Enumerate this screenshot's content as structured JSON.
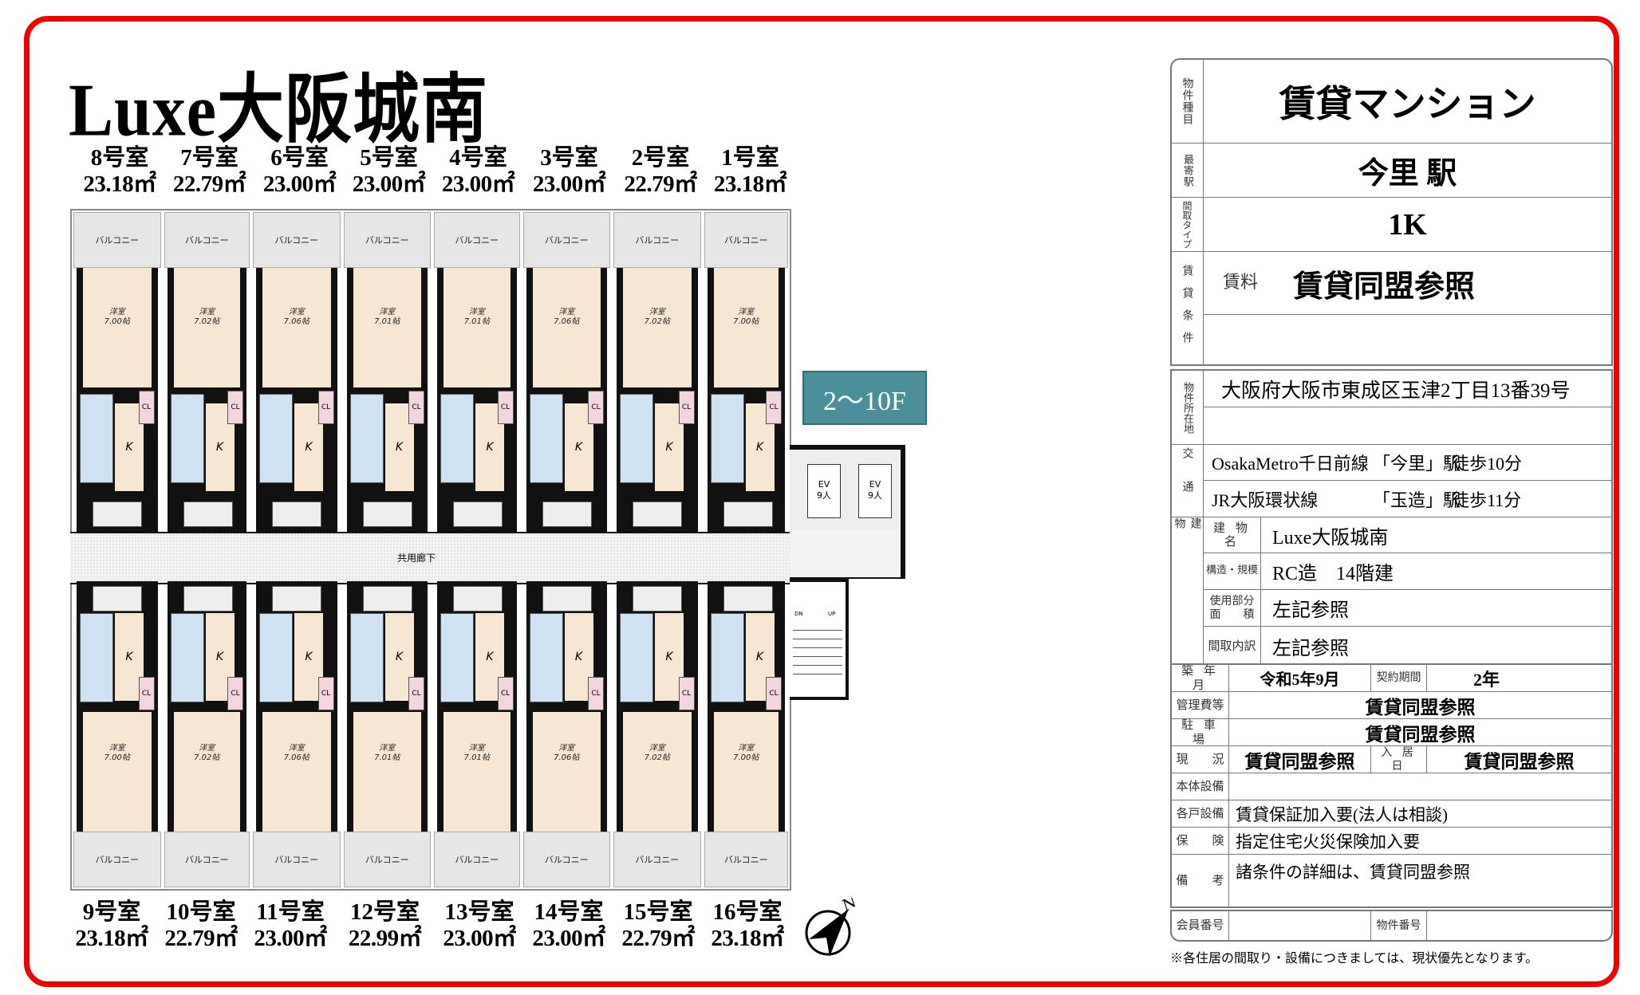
{
  "title": "Luxe大阪城南",
  "floor_badge": "2〜10F",
  "area_unit": "㎡",
  "top_rooms": [
    {
      "no": "8号室",
      "area": "23.18㎡",
      "size": "7.00帖"
    },
    {
      "no": "7号室",
      "area": "22.79㎡",
      "size": "7.02帖"
    },
    {
      "no": "6号室",
      "area": "23.00㎡",
      "size": "7.06帖"
    },
    {
      "no": "5号室",
      "area": "23.00㎡",
      "size": "7.01帖"
    },
    {
      "no": "4号室",
      "area": "23.00㎡",
      "size": "7.01帖"
    },
    {
      "no": "3号室",
      "area": "23.00㎡",
      "size": "7.06帖"
    },
    {
      "no": "2号室",
      "area": "22.79㎡",
      "size": "7.02帖"
    },
    {
      "no": "1号室",
      "area": "23.18㎡",
      "size": "7.00帖"
    }
  ],
  "bottom_rooms": [
    {
      "no": "9号室",
      "area": "23.18㎡",
      "size": "7.00帖"
    },
    {
      "no": "10号室",
      "area": "22.79㎡",
      "size": "7.02帖"
    },
    {
      "no": "11号室",
      "area": "23.00㎡",
      "size": "7.06帖"
    },
    {
      "no": "12号室",
      "area": "22.99㎡",
      "size": "7.01帖"
    },
    {
      "no": "13号室",
      "area": "23.00㎡",
      "size": "7.01帖"
    },
    {
      "no": "14号室",
      "area": "23.00㎡",
      "size": "7.06帖"
    },
    {
      "no": "15号室",
      "area": "22.79㎡",
      "size": "7.02帖"
    },
    {
      "no": "16号室",
      "area": "23.18㎡",
      "size": "7.00帖"
    }
  ],
  "plan_labels": {
    "balcony": "バルコニー",
    "western_room": "洋室",
    "kitchen": "K",
    "closet": "CL",
    "corridor": "共用廊下",
    "elevator": "EV",
    "elevator_capacity": "9人",
    "stairs_down": "DN",
    "stairs_up": "UP"
  },
  "compass": {
    "label": "N"
  },
  "info": {
    "property_type": {
      "label": "物件種目",
      "value": "賃貸マンション"
    },
    "nearest_station": {
      "label": "最寄駅",
      "value": "今里 駅"
    },
    "layout_type": {
      "label": "間取タイプ",
      "value": "1K"
    },
    "rental_terms": {
      "label": "賃貸条件",
      "rent_label": "賃料",
      "rent_value": "賃貸同盟参照"
    },
    "address": {
      "label": "物件所在地",
      "value": "大阪府大阪市東成区玉津2丁目13番39号"
    },
    "transport": {
      "label": "交通",
      "lines": [
        {
          "line": "OsakaMetro千日前線",
          "station": "「今里」駅",
          "walk": "徒歩10分"
        },
        {
          "line": "JR大阪環状線",
          "station": "「玉造」駅",
          "walk": "徒歩11分"
        }
      ]
    },
    "building": {
      "label": "建物",
      "name_label": "建 物 名",
      "name_value": "Luxe大阪城南",
      "structure_label": "構造・規模",
      "structure_value": "RC造　14階建",
      "area_label_1": "使用部分",
      "area_label_2": "面　　積",
      "area_value": "左記参照",
      "layout_label": "間取内訳",
      "layout_value": "左記参照"
    },
    "built": {
      "label": "築 年 月",
      "value": "令和5年9月",
      "contract_label": "契約期間",
      "contract_value": "2年"
    },
    "management_fee": {
      "label": "管理費等",
      "value": "賃貸同盟参照"
    },
    "parking": {
      "label": "駐 車 場",
      "value": "賃貸同盟参照"
    },
    "status": {
      "label": "現　　況",
      "value": "賃貸同盟参照",
      "move_in_label": "入 居 日",
      "move_in_value": "賃貸同盟参照"
    },
    "main_equipment": {
      "label": "本体設備",
      "value": ""
    },
    "unit_equipment": {
      "label": "各戸設備",
      "value": "賃貸保証加入要(法人は相談)"
    },
    "insurance": {
      "label": "保　　険",
      "value": "指定住宅火災保険加入要"
    },
    "remarks": {
      "label": "備　　考",
      "value": "諸条件の詳細は、賃貸同盟参照"
    },
    "member_no": {
      "label": "会員番号",
      "value": ""
    },
    "property_no": {
      "label": "物件番号",
      "value": ""
    }
  },
  "footnote": "※各住居の間取り・設備につきましては、現状優先となります。",
  "colors": {
    "frame": "#f00000",
    "badge": "#4a8f9a",
    "room_floor": "#f6e6d2",
    "balcony": "#e6e6e6"
  }
}
